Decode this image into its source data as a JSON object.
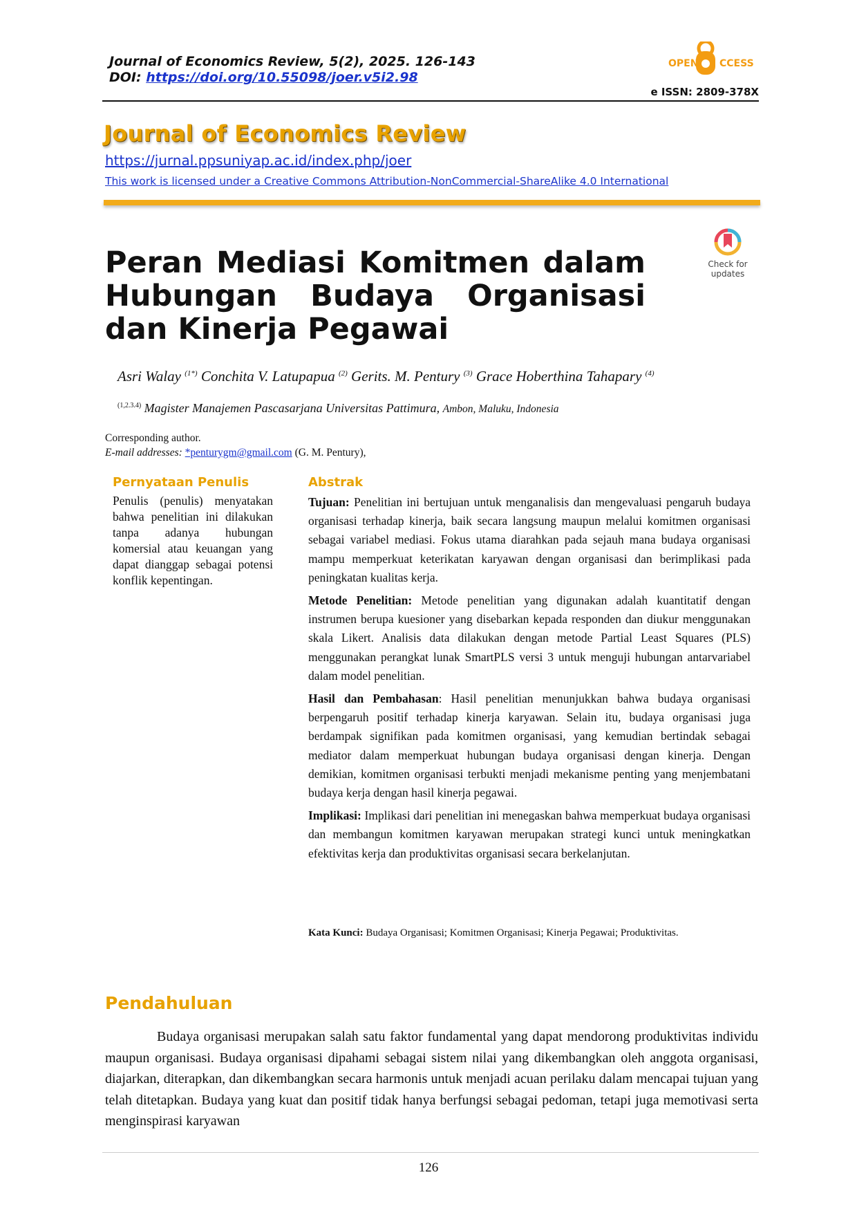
{
  "header": {
    "journal_ref": "Journal of Economics Review, 5(2), 2025. 126-143",
    "doi_label": "DOI: ",
    "doi_link": "https://doi.org/10.55098/joer.v5i2.98",
    "issn": "e ISSN: 2809-378X",
    "open_access_left": "OPEN",
    "open_access_right": "CCESS",
    "open_access_color": "#f39c12"
  },
  "journal": {
    "title": "Journal of Economics Review",
    "url": "https://jurnal.ppsuniyap.ac.id/index.php/joer",
    "license": "This work is licensed under a Creative Commons Attribution-NonCommercial-ShareAlike 4.0 International",
    "accent_color": "#e8a200"
  },
  "check_updates": {
    "line1": "Check for",
    "line2": "updates"
  },
  "paper": {
    "title": "Peran Mediasi Komitmen dalam Hubungan Budaya Organisasi dan Kinerja Pegawai",
    "authors": [
      {
        "name": "Asri Walay",
        "sup": "(1*)"
      },
      {
        "name": "Conchita V. Latupapua",
        "sup": "(2)"
      },
      {
        "name": "Gerits. M. Pentury",
        "sup": "(3)"
      },
      {
        "name": "Grace Hoberthina Tahapary",
        "sup": "(4)"
      }
    ],
    "affiliation_sup": "(1,2.3.4)",
    "affiliation_main": "Magister Manajemen Pascasarjana Universitas Pattimura,",
    "affiliation_place": "Ambon, Maluku, Indonesia",
    "corresponding": "Corresponding author.",
    "email_label": "E-mail addresses:",
    "email": "*penturygm@gmail.com",
    "email_owner": "(G. M. Pentury),"
  },
  "statement": {
    "heading": "Pernyataan Penulis",
    "body": "Penulis (penulis) menyatakan bahwa penelitian ini dilakukan tanpa adanya hubungan komersial atau keuangan yang dapat dianggap sebagai potensi konflik kepentingan."
  },
  "abstract": {
    "heading": "Abstrak",
    "sections": [
      {
        "label": "Tujuan:",
        "text": " Penelitian ini bertujuan untuk menganalisis dan mengevaluasi pengaruh budaya organisasi terhadap kinerja, baik secara langsung maupun melalui komitmen organisasi sebagai variabel mediasi. Fokus utama diarahkan pada sejauh mana budaya organisasi mampu memperkuat keterikatan karyawan dengan organisasi dan berimplikasi pada peningkatan kualitas kerja."
      },
      {
        "label": "Metode Penelitian:",
        "text": " Metode penelitian yang digunakan adalah kuantitatif dengan instrumen berupa kuesioner yang disebarkan kepada responden dan diukur menggunakan skala Likert. Analisis data dilakukan dengan metode Partial Least Squares (PLS) menggunakan perangkat lunak SmartPLS versi 3 untuk menguji hubungan antarvariabel dalam model penelitian."
      },
      {
        "label": "Hasil dan Pembahasan",
        "text": ": Hasil penelitian menunjukkan bahwa budaya organisasi berpengaruh positif terhadap kinerja karyawan. Selain itu, budaya organisasi juga berdampak signifikan pada komitmen organisasi, yang kemudian bertindak sebagai mediator dalam memperkuat hubungan budaya organisasi dengan kinerja. Dengan demikian, komitmen organisasi terbukti menjadi mekanisme penting yang menjembatani budaya kerja dengan hasil kinerja pegawai."
      },
      {
        "label": "Implikasi:",
        "text": " Implikasi dari penelitian ini menegaskan bahwa memperkuat budaya organisasi dan membangun komitmen karyawan merupakan strategi kunci untuk meningkatkan efektivitas kerja dan produktivitas organisasi secara berkelanjutan."
      }
    ],
    "keywords_label": "Kata Kunci:",
    "keywords": " Budaya Organisasi; Komitmen Organisasi; Kinerja Pegawai; Produktivitas."
  },
  "intro": {
    "heading": "Pendahuluan",
    "paragraph": "Budaya organisasi merupakan salah satu faktor fundamental yang dapat mendorong produktivitas individu maupun organisasi. Budaya organisasi dipahami sebagai sistem nilai yang dikembangkan oleh anggota organisasi, diajarkan, diterapkan, dan dikembangkan secara harmonis untuk menjadi acuan perilaku dalam mencapai tujuan yang telah ditetapkan. Budaya yang kuat dan positif tidak hanya berfungsi sebagai pedoman, tetapi juga memotivasi serta menginspirasi karyawan"
  },
  "footer": {
    "page_number": "126"
  }
}
